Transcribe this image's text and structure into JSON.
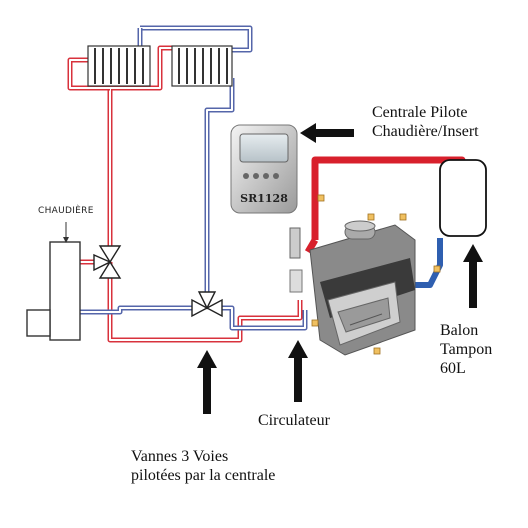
{
  "labels": {
    "boiler": "CHAUDIÈRE",
    "controller_title_line1": "Centrale Pilote",
    "controller_title_line2": "Chaudière/Insert",
    "tank_line1": "Balon",
    "tank_line2": "Tampon",
    "tank_line3": "60L",
    "pump": "Circulateur",
    "valves_line1": "Vannes 3 Voies",
    "valves_line2": "pilotées par la centrale",
    "controller_model": "SR1128"
  },
  "colors": {
    "hot_pipe": "#d8323c",
    "cold_pipe": "#5566aa",
    "insulated_hot": "#d8202c",
    "insulated_cold": "#2f5fb0",
    "arrow": "#111111"
  },
  "icons": {
    "radiators": "radiator-icon",
    "valves": "three-way-valve-icon",
    "controller": "controller-icon",
    "insert": "fireplace-insert-icon",
    "tank": "buffer-tank-icon"
  }
}
